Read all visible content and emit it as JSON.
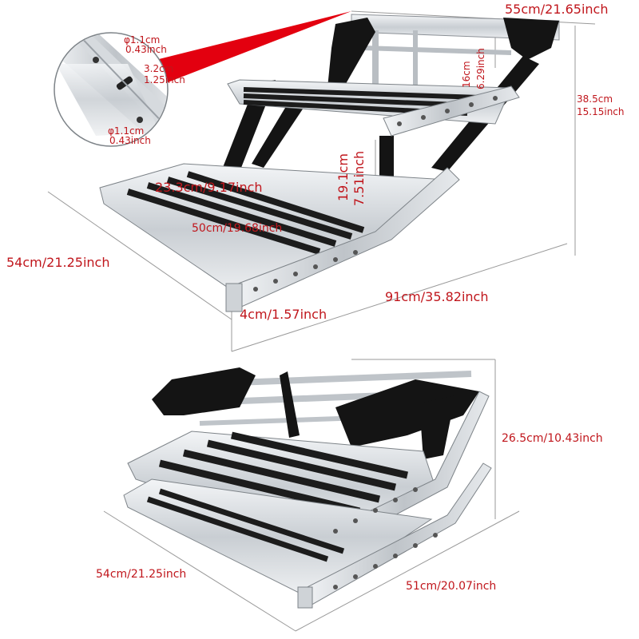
{
  "dimensions": {
    "top_width": "55cm/21.65inch",
    "upper_step_drop": "16cm",
    "upper_step_drop_in": "6.29inch",
    "total_height": "38.5cm",
    "total_height_in": "15.15inch",
    "step_gap": "19.1cm",
    "step_gap_in": "7.51inch",
    "step_depth": "23.3cm/9.17inch",
    "step_width": "50cm/19.68inch",
    "overall_width": "54cm/21.25inch",
    "extended_length": "91cm/35.82inch",
    "tread_thickness": "4cm/1.57inch",
    "folded_height": "26.5cm/10.43inch",
    "folded_width": "54cm/21.25inch",
    "folded_depth": "51cm/20.07inch"
  },
  "detail_callout": {
    "hole_top": "φ1.1cm",
    "hole_top_in": "0.43inch",
    "slot": "3.2cm",
    "slot_in": "1.25inch",
    "hole_bottom": "φ1.1cm",
    "hole_bottom_in": "0.43inch"
  },
  "colors": {
    "dimension_text": "#c0161c",
    "aluminum": "#d9dde1",
    "tread_strip": "#1c1c1c",
    "bracket": "#141414"
  }
}
